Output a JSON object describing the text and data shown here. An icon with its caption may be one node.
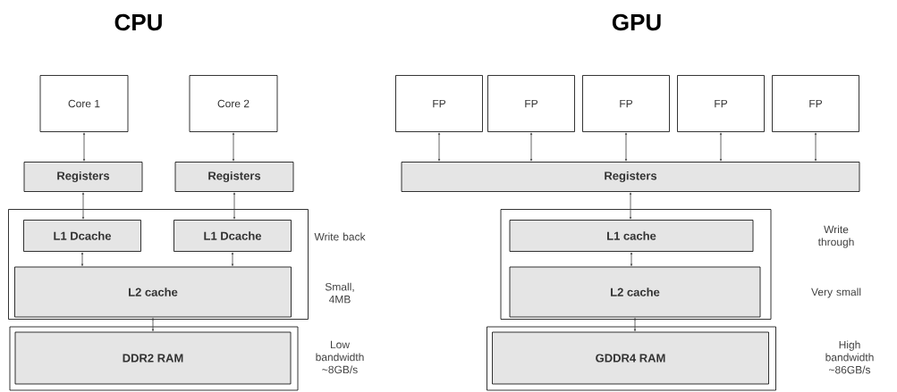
{
  "diagram": {
    "nodes": [
      {
        "text": [
          "Core 1"
        ]
      },
      {
        "text": [
          "Core 2"
        ]
      },
      {
        "text": [
          "Registers"
        ]
      },
      {
        "text": [
          "Registers"
        ]
      },
      {
        "text": [],
        "shape": "box"
      },
      {
        "text": [
          "L1 Dcache"
        ],
        "in": 4
      },
      {
        "text": [
          "L1 Dcache"
        ],
        "in": 4
      },
      {
        "text": [
          "L2 cache"
        ],
        "in": 4
      },
      {
        "text": [
          "DDR2 RAM"
        ]
      },
      {
        "text": [
          "FP"
        ]
      },
      {
        "text": [
          "FP"
        ]
      },
      {
        "text": [
          "FP"
        ]
      },
      {
        "text": [
          "FP"
        ]
      },
      {
        "text": [
          "FP"
        ]
      },
      {
        "text": [
          "Registers"
        ]
      },
      {
        "text": [],
        "shape": "box"
      },
      {
        "text": [
          "L1 cache"
        ],
        "in": 15
      },
      {
        "text": [
          "L2 cache"
        ],
        "in": 15
      },
      {
        "text": [
          "GDDR4 RAM"
        ]
      }
    ],
    "edges": [
      {
        "from": 0,
        "to": 2,
        "arrow": "both"
      },
      {
        "from": 1,
        "to": 3,
        "arrow": "both"
      },
      {
        "from": 2,
        "to": 5,
        "arrow": "both"
      },
      {
        "from": 3,
        "to": 6,
        "arrow": "both"
      },
      {
        "from": 5,
        "to": 7,
        "arrow": "both"
      },
      {
        "from": 6,
        "to": 7,
        "arrow": "both"
      },
      {
        "from": 7,
        "to": 8,
        "arrow": "both"
      },
      {
        "from": 9,
        "to": 14,
        "arrow": "both"
      },
      {
        "from": 10,
        "to": 14,
        "arrow": "both"
      },
      {
        "from": 11,
        "to": 14,
        "arrow": "both"
      },
      {
        "from": 12,
        "to": 14,
        "arrow": "both"
      },
      {
        "from": 13,
        "to": 14,
        "arrow": "both"
      },
      {
        "from": 14,
        "to": 16,
        "arrow": "both"
      },
      {
        "from": 16,
        "to": 17,
        "arrow": "both"
      },
      {
        "from": 17,
        "to": 18,
        "arrow": "both"
      }
    ],
    "labels": [
      "CPU",
      "GPU",
      "Write back",
      "Write through",
      "Small, 4MB",
      "Very small",
      "Low bandwidth ~8GB/s",
      "High bandwidth ~86GB/s"
    ]
  }
}
